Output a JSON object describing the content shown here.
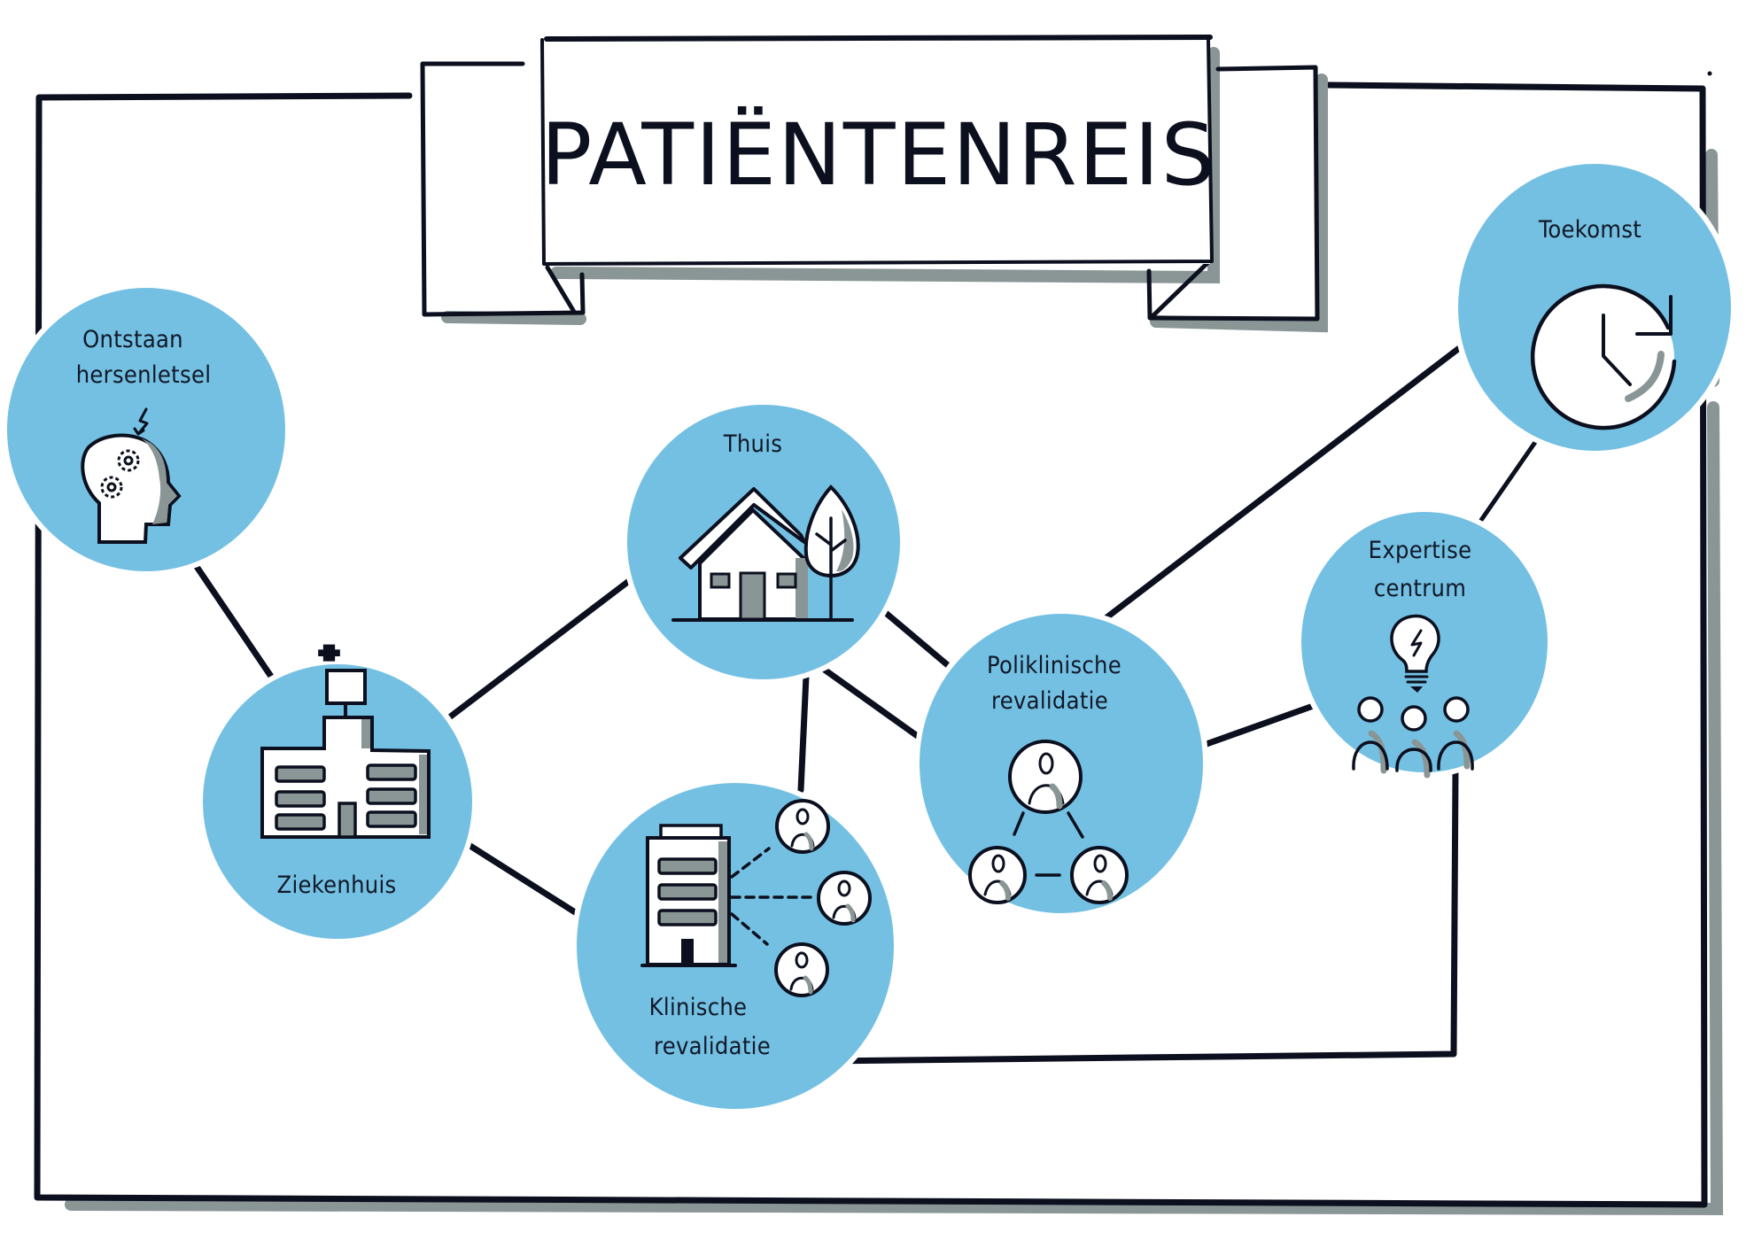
{
  "title": "PATIËNTENREIS",
  "colors": {
    "node_fill": "#74c0e3",
    "ink": "#0b0f1e",
    "shadow": "#8a9595",
    "background": "#ffffff"
  },
  "nodes": [
    {
      "id": "ontstaan",
      "label_lines": [
        "Ontstaan",
        "hersenletsel"
      ],
      "icon": "head-gears-icon"
    },
    {
      "id": "ziekenhuis",
      "label_lines": [
        "Ziekenhuis"
      ],
      "icon": "hospital-icon"
    },
    {
      "id": "thuis",
      "label_lines": [
        "Thuis"
      ],
      "icon": "house-tree-icon"
    },
    {
      "id": "klinische",
      "label_lines": [
        "Klinische",
        "revalidatie"
      ],
      "icon": "building-people-icon"
    },
    {
      "id": "poliklinische",
      "label_lines": [
        "Poliklinische",
        "revalidatie"
      ],
      "icon": "people-network-icon"
    },
    {
      "id": "expertise",
      "label_lines": [
        "Expertise",
        "centrum"
      ],
      "icon": "lightbulb-group-icon"
    },
    {
      "id": "toekomst",
      "label_lines": [
        "Toekomst"
      ],
      "icon": "clock-refresh-icon"
    }
  ],
  "edges": [
    {
      "from": "ontstaan",
      "to": "ziekenhuis"
    },
    {
      "from": "ziekenhuis",
      "to": "thuis"
    },
    {
      "from": "ziekenhuis",
      "to": "klinische"
    },
    {
      "from": "thuis",
      "to": "klinische"
    },
    {
      "from": "thuis",
      "to": "poliklinische"
    },
    {
      "from": "klinische",
      "to": "poliklinische"
    },
    {
      "from": "poliklinische",
      "to": "toekomst"
    },
    {
      "from": "poliklinische",
      "to": "expertise"
    },
    {
      "from": "expertise",
      "to": "toekomst"
    },
    {
      "from": "klinische",
      "to": "expertise"
    }
  ]
}
